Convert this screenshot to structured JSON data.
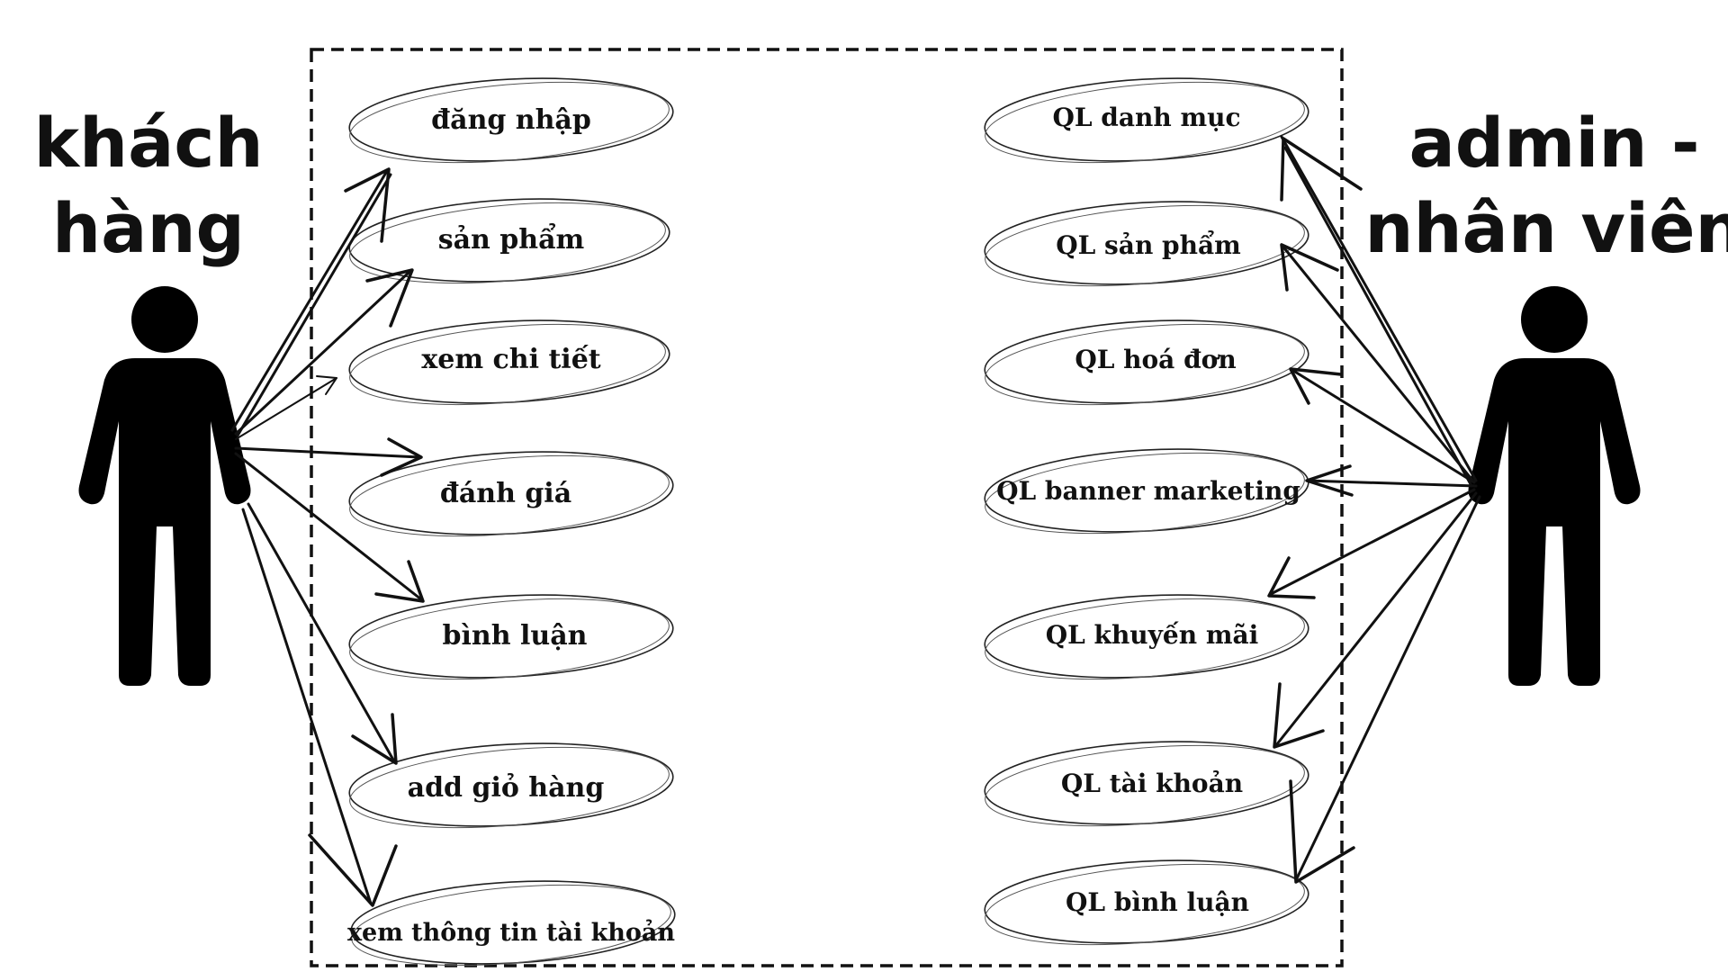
{
  "actors": {
    "customer": {
      "label_line1": "khách",
      "label_line2": "hàng"
    },
    "admin": {
      "label_line1": "admin -",
      "label_line2": "nhân viên"
    }
  },
  "customer_use_cases": [
    "đăng nhập",
    "sản phẩm",
    "xem chi tiết",
    "đánh giá",
    "bình luận",
    "add giỏ hàng",
    "xem thông tin tài khoản"
  ],
  "admin_use_cases": [
    "QL danh mục",
    "QL sản phẩm",
    "QL hoá đơn",
    "QL banner marketing",
    "QL khuyến mãi",
    "QL tài khoản",
    "QL bình luận"
  ]
}
